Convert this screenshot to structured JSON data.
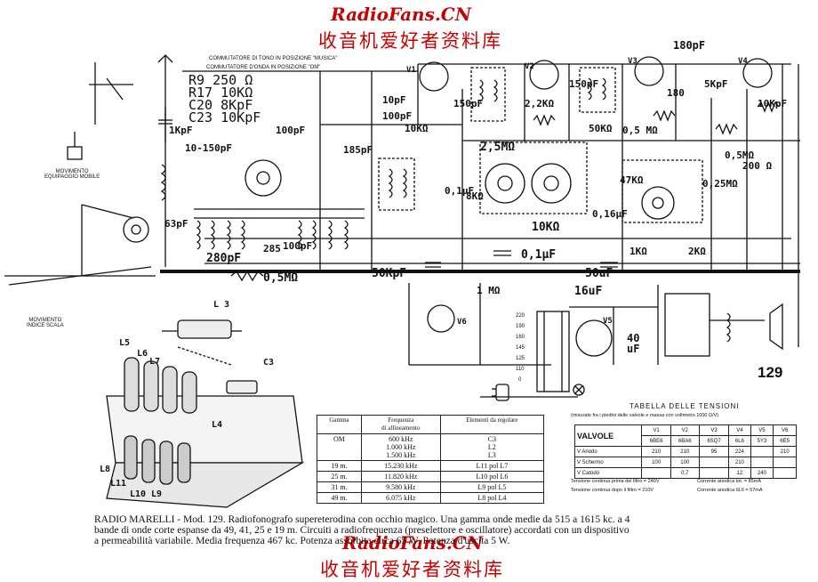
{
  "watermark": {
    "top": "RadioFans.CN",
    "chinese_top": "收音机爱好者资料库",
    "bottom": "RadioFans.CN",
    "chinese_bottom": "收音机爱好者资料库"
  },
  "header_note": {
    "line1": "COMMUTATORE DI TONO IN POSIZIONE \"MUSICA\"",
    "line2": "COMMUTATORE D'ONDA IN POSIZIONE \"OM\""
  },
  "component_list": [
    {
      "ref": "R9",
      "value": "250 Ω"
    },
    {
      "ref": "R17",
      "value": "10KΩ"
    },
    {
      "ref": "C20",
      "value": "8KpF"
    },
    {
      "ref": "C23",
      "value": "10KpF"
    }
  ],
  "mechanism": {
    "movimento_equipaggio": "MOVIMENTO\nEQUIPAGGIO MOBILE",
    "movimento_indice": "MOVIMENTO\nINDICE SCALA"
  },
  "valves": [
    "V1",
    "V2",
    "V3",
    "V4",
    "V5",
    "V6"
  ],
  "schematic_values": {
    "c_1kpf": "1KpF",
    "c_150pf_l": "10-150pF",
    "c_63pf": "63pF",
    "c_280pf": "280pF",
    "c_285": "285",
    "c_100pf_a": "100pF",
    "c_100pf_b": "100pF",
    "c_185pf": "185pF",
    "c_10pf": "10pF",
    "c_100pf_c": "100pF",
    "r_10k_a": "10KΩ",
    "c_150pf_mid": "150pF",
    "r_2_2k": "2,2KΩ",
    "c_150pf_r": "150pF",
    "r_2_5m": "2,5MΩ",
    "c_0_1uf_a": "0,1μF",
    "r_8k": "8KΩ",
    "r_50k": "50KΩ",
    "r_10k_b": "10KΩ",
    "r_0_5m_a": "0,5 MΩ",
    "c_180pf": "180pF",
    "r_180": "180",
    "c_5kpf": "5KpF",
    "c_10kpf": "10KpF",
    "r_0_5m_b": "0,5MΩ",
    "r_200": "200 Ω",
    "r_0_25m": "0,25MΩ",
    "r_47k": "47KΩ",
    "c_0_16uf": "0,16μF",
    "c_0_1uf_b": "0,1μF",
    "r_1k": "1KΩ",
    "r_2k": "2KΩ",
    "c_50kpf": "50KpF",
    "r_0_5m_c": "0,5MΩ",
    "r_1m": "1 MΩ",
    "c_50uf": "50uF",
    "c_16uf": "16uF",
    "c_40uf": "40\nuF",
    "tap_labels": [
      "220",
      "190",
      "160",
      "145",
      "125",
      "110",
      "0"
    ]
  },
  "assembly_labels": {
    "l3": "L 3",
    "c3": "C3",
    "l4": "L4",
    "l5": "L5",
    "l6": "L6",
    "l7": "L7",
    "l8": "L8",
    "l11": "L11",
    "l10": "L10",
    "l9": "L9"
  },
  "model_number": "129",
  "gamma_table": {
    "headers": [
      "Gamma",
      "Frequenza\ndi allineamento",
      "Elementi da regolare"
    ],
    "rows": [
      [
        "OM",
        "600 kHz\n1.000 kHz\n1.500 kHz",
        "C3\nL2\nL3"
      ],
      [
        "19 m.",
        "15.230 kHz",
        "L11 pol L7"
      ],
      [
        "25 m.",
        "11.820 kHz",
        "L10 pol L6"
      ],
      [
        "31 m.",
        "9.580 kHz",
        "L9 pol L5"
      ],
      [
        "49 m.",
        "6.075 kHz",
        "L8 pol L4"
      ]
    ]
  },
  "tensioni_table": {
    "title": "TABELLA DELLE TENSIONI",
    "subtitle": "(misurate fra i piedini delle valvole e massa con voltmetro 1000 Ω/V)",
    "header_label": "VALVOLE",
    "valves": [
      "V1",
      "V2",
      "V3",
      "V4",
      "V5",
      "V6"
    ],
    "types": [
      "6BE6",
      "6BA6",
      "6SQ7",
      "6L6",
      "5Y3",
      "6E5"
    ],
    "rows": [
      {
        "label": "V Anodo",
        "values": [
          "210",
          "210",
          "95",
          "224",
          "",
          "210"
        ]
      },
      {
        "label": "V Schermo",
        "values": [
          "100",
          "100",
          "",
          "210",
          "",
          ""
        ]
      },
      {
        "label": "V Catodo",
        "values": [
          "",
          "0,7",
          "",
          "12",
          "240",
          ""
        ]
      }
    ],
    "notes": [
      {
        "a": "Tensione continua prima del filtro = 240V",
        "b": "Corrente anodica tot. = 85mA"
      },
      {
        "a": "Tensione continua dopo il filtro = 210V",
        "b": "Corrente anodica 6L6 = 57mA"
      }
    ]
  },
  "caption": {
    "line1": "RADIO MARELLI - Mod. 129. Radiofonografo supereterodina con occhio magico. Una gamma onde medie da 515 a 1615 kc. a 4",
    "line2": "bande di onde corte espanse da 49, 41, 25 e 19 m. Circuiti a radiofrequenza (preselettore e oscillatore) accordati con un dispositivo",
    "line3": "a permeabilità variabile. Media frequenza 467 kc. Potenza assorbita circa 65 W. Potenza d'uscita 5 W."
  }
}
